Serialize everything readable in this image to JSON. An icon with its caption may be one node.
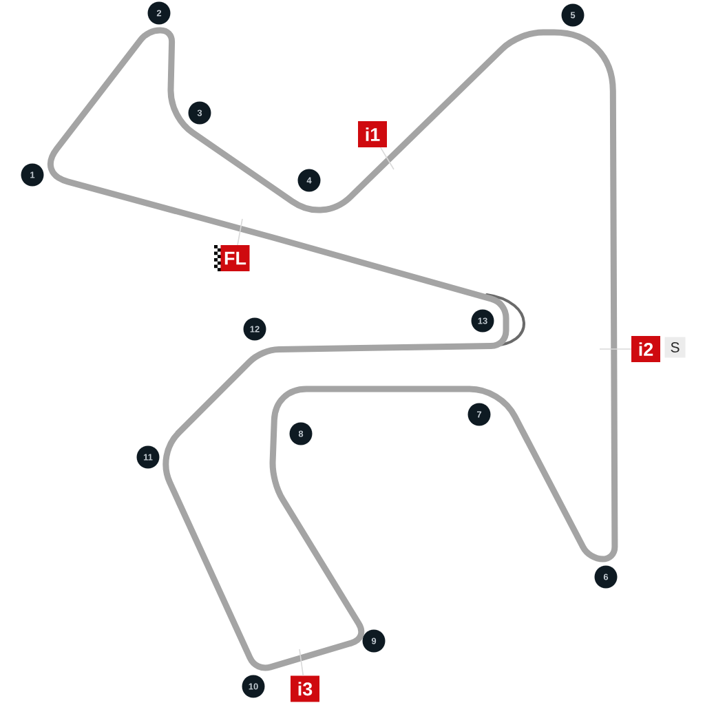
{
  "diagram": {
    "nodes": [
      {
        "text": [
          "1"
        ]
      },
      {
        "text": [
          "2"
        ]
      },
      {
        "text": [
          "3"
        ]
      },
      {
        "text": [
          "4"
        ]
      },
      {
        "text": [
          "5"
        ]
      },
      {
        "text": [
          "6"
        ]
      },
      {
        "text": [
          "7"
        ]
      },
      {
        "text": [
          "8"
        ]
      },
      {
        "text": [
          "9"
        ]
      },
      {
        "text": [
          "10"
        ]
      },
      {
        "text": [
          "11"
        ]
      },
      {
        "text": [
          "12"
        ]
      },
      {
        "text": [
          "13"
        ]
      },
      {
        "text": [
          "i1"
        ]
      },
      {
        "text": [
          "FL"
        ]
      },
      {
        "text": [
          "i2"
        ]
      },
      {
        "text": [
          "S"
        ]
      },
      {
        "text": [
          "i3"
        ]
      }
    ],
    "edges": [
      {
        "from": 13,
        "to": null,
        "arrow": "none"
      },
      {
        "from": 14,
        "to": null,
        "arrow": "none"
      },
      {
        "from": 15,
        "to": null,
        "arrow": "none"
      },
      {
        "from": 17,
        "to": null,
        "arrow": "none"
      }
    ]
  }
}
